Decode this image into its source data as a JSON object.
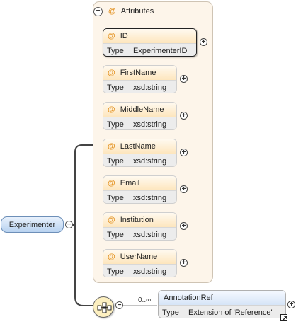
{
  "root": {
    "name": "Experimenter"
  },
  "attributes": {
    "header": "Attributes",
    "at_symbol": "@",
    "items": [
      {
        "name": "ID",
        "type_label": "Type",
        "type": "ExperimenterID",
        "selected": true
      },
      {
        "name": "FirstName",
        "type_label": "Type",
        "type": "xsd:string"
      },
      {
        "name": "MiddleName",
        "type_label": "Type",
        "type": "xsd:string"
      },
      {
        "name": "LastName",
        "type_label": "Type",
        "type": "xsd:string"
      },
      {
        "name": "Email",
        "type_label": "Type",
        "type": "xsd:string"
      },
      {
        "name": "Institution",
        "type_label": "Type",
        "type": "xsd:string"
      },
      {
        "name": "UserName",
        "type_label": "Type",
        "type": "xsd:string"
      }
    ]
  },
  "sequence": {
    "cardinality": "0..∞"
  },
  "child": {
    "name": "AnnotationRef",
    "type_label": "Type",
    "type": "Extension of 'Reference'"
  },
  "icons": {
    "collapse": "minus-circle-icon",
    "expand": "plus-circle-icon",
    "sequence": "sequence-compositor-icon",
    "reference": "reference-arrow-icon"
  },
  "colors": {
    "attribute_accent": "#e3901d",
    "root_fill": "#b8d2f0",
    "group_fill": "#fdf5ea",
    "sequence_fill": "#fdf0c0"
  }
}
